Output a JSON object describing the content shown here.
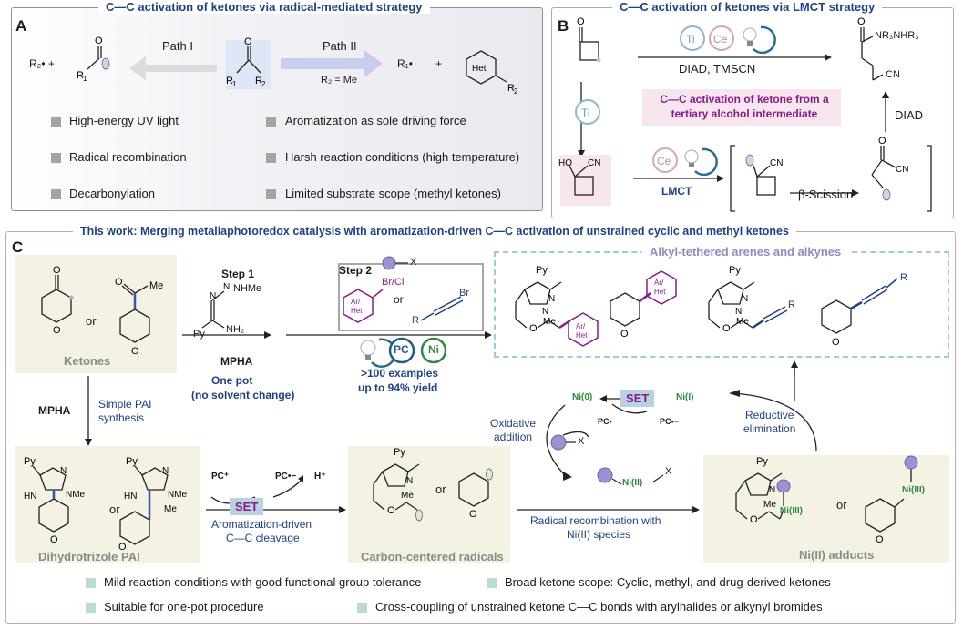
{
  "panelA": {
    "letter": "A",
    "title": "C—C activation of ketones via radical-mediated strategy",
    "path1": "Path I",
    "path2": "Path II",
    "r2_radical": "R₂•  +",
    "r1_radical": "R₁•",
    "plus": "+",
    "r2_eq": "R₂ = Me",
    "het": "Het",
    "bullets_left": [
      "High-energy UV light",
      "Radical recombination",
      "Decarbonylation"
    ],
    "bullets_right": [
      "Aromatization as sole driving force",
      "Harsh reaction conditions (high temperature)",
      "Limited substrate scope (methyl ketones)"
    ]
  },
  "panelB": {
    "letter": "B",
    "title": "C—C activation of ketones via LMCT strategy",
    "ti": "Ti",
    "ce": "Ce",
    "reagents_top": "DIAD, TMSCN",
    "product_label": "NR₃NHR₃",
    "cn": "CN",
    "highlight": "C—C activation of ketone from a tertiary alcohol intermediate",
    "diad": "DIAD",
    "lmct": "LMCT",
    "beta": "β-Scission",
    "ho": "HO"
  },
  "panelC": {
    "letter": "C",
    "title": "This work: Merging metallaphotoredox catalysis with aromatization-driven C—C activation of unstrained cyclic and methyl ketones",
    "or": "or",
    "me": "Me",
    "ketones": "Ketones",
    "step1": "Step 1",
    "step2": "Step 2",
    "nhnme": "NHMe",
    "nh2": "NH₂",
    "py": "Py",
    "mpha": "MPHA",
    "one_pot": "One pot",
    "no_solvent": "(no solvent change)",
    "brcl": "Br/Cl",
    "br": "Br",
    "ar_het": "Ar/ Het",
    "r": "R",
    "x": "X",
    "pc": "PC",
    "ni": "Ni",
    "examples": ">100 examples",
    "yield": "up to 94% yield",
    "products_title": "Alkyl-tethered arenes and alkynes",
    "simple_pai": "Simple PAI synthesis",
    "mpha_left": "MPHA",
    "pai_label": "Dihydrotrizole PAI",
    "pc_plus": "PC⁺",
    "pc_minus": "PC•−",
    "h_plus": "H⁺",
    "set": "SET",
    "arom1": "Aromatization-driven",
    "arom2": "C—C cleavage",
    "radicals_label": "Carbon-centered radicals",
    "radrec1": "Radical recombination with",
    "radrec2": "Ni(II) species",
    "ni_adducts": "Ni(II) adducts",
    "ni0": "Ni(0)",
    "ni1": "Ni(I)",
    "ni2": "Ni(II)",
    "ni3": "Ni(III)",
    "pc_dot": "PC•",
    "oxadd1": "Oxidative",
    "oxadd2": "addition",
    "redelim1": "Reductive",
    "redelim2": "elimination",
    "nme": "NMe",
    "hn": "HN",
    "n": "N",
    "o": "O",
    "bullets": [
      "Mild reaction conditions with good functional group tolerance",
      "Broad ketone scope: Cyclic, methyl, and drug-derived ketones",
      "Suitable for one-pot procedure",
      "Cross-coupling of unstrained ketone C—C bonds with arylhalides or alkynyl bromides"
    ]
  },
  "colors": {
    "navy": "#1f3f8a",
    "purple": "#8b1a8b",
    "panelA_bg": "#f0f0f4",
    "panelB_border": "#8fb4c9",
    "panelC_border": "#c9a5b8",
    "beige": "#f3f2e3",
    "teal_bullet": "#b7dcd6",
    "set_box": "#b8d3df"
  }
}
